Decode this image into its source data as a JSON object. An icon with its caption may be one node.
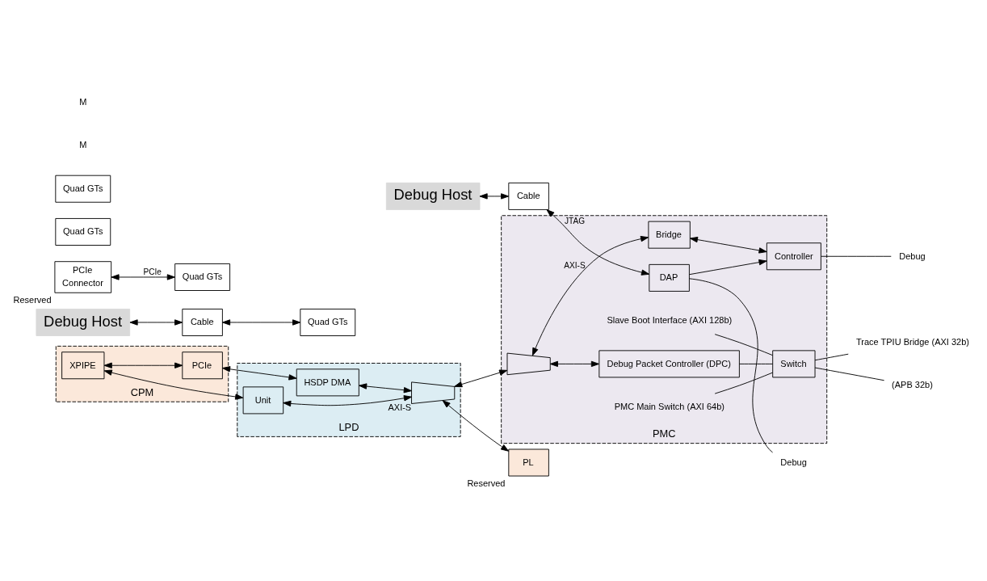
{
  "diagram": {
    "nodes": [
      {
        "text": [
          "Debug Host"
        ]
      },
      {
        "text": [
          "Cable"
        ]
      },
      {
        "text": [
          "PMC"
        ]
      },
      {
        "text": [
          "DAP"
        ],
        "in": 2
      },
      {
        "text": [
          "Controller"
        ],
        "in": 2
      },
      {
        "text": [
          "Bridge"
        ],
        "in": 2
      },
      {
        "text": [],
        "shape": "trapezium",
        "in": 2
      },
      {
        "text": [
          "Debug Packet Controller (DPC)"
        ],
        "in": 2
      },
      {
        "text": [
          "Switch"
        ],
        "in": 2
      },
      {
        "text": [
          "PMC Main Switch (AXI 64b)"
        ],
        "in": 2
      },
      {
        "text": [
          "Slave Boot Interface (AXI 128b)"
        ],
        "in": 2
      },
      {
        "text": [
          "Debug"
        ]
      },
      {
        "text": [
          "Debug"
        ]
      },
      {
        "text": [
          "Trace TPIU Bridge (AXI 32b)"
        ]
      },
      {
        "text": [
          "(APB 32b)"
        ]
      },
      {
        "text": [
          "Debug Host"
        ]
      },
      {
        "text": [
          "Cable"
        ]
      },
      {
        "text": [
          "PL"
        ],
        "beside": [
          "Reserved"
        ]
      },
      {
        "text": [
          "LPD"
        ]
      },
      {
        "text": [],
        "shape": "trapezium",
        "in": 18,
        "beside": [
          "AXI-S"
        ]
      },
      {
        "text": [
          "Unit"
        ],
        "in": 18
      },
      {
        "text": [
          "HSDP DMA"
        ],
        "in": 18
      },
      {
        "text": [
          "CPM"
        ]
      },
      {
        "text": [
          "XPIPE"
        ],
        "in": 22
      },
      {
        "text": [
          "PCIe"
        ],
        "in": 22
      },
      {
        "text": [
          "Quad GTs"
        ]
      },
      {
        "text": [
          "Quad GTs"
        ]
      },
      {
        "text": [
          "Quad GTs"
        ]
      },
      {
        "text": [
          "Quad GTs"
        ]
      },
      {
        "text": [
          "PCIe",
          "Connector"
        ],
        "beside": [
          "Reserved"
        ]
      }
    ],
    "edges": [
      {
        "from": 0,
        "to": 1,
        "arrow": "both"
      },
      {
        "from": 1,
        "to": 3,
        "arrow": "both",
        "label": "JTAG"
      },
      {
        "from": 3,
        "to": 4,
        "arrow": "to"
      },
      {
        "from": 5,
        "to": 4,
        "arrow": "both"
      },
      {
        "from": 6,
        "to": 5,
        "arrow": "both",
        "label": "AXI-S"
      },
      {
        "from": 6,
        "to": 7,
        "arrow": "both"
      },
      {
        "from": 19,
        "to": 6,
        "arrow": "both"
      },
      {
        "from": 7,
        "to": 8,
        "arrow": "none"
      },
      {
        "from": 9,
        "to": 8,
        "arrow": "none"
      },
      {
        "from": 10,
        "to": 8,
        "arrow": "none"
      },
      {
        "from": 8,
        "to": 13,
        "arrow": "none"
      },
      {
        "from": 8,
        "to": 14,
        "arrow": "none"
      },
      {
        "from": 3,
        "to": 11,
        "arrow": "none"
      },
      {
        "from": 4,
        "to": 12,
        "arrow": "none"
      },
      {
        "from": 15,
        "to": 16,
        "arrow": "both"
      },
      {
        "from": 16,
        "to": 25,
        "arrow": "both"
      },
      {
        "from": 29,
        "to": 26,
        "arrow": "both",
        "label": "PCIe"
      },
      {
        "from": 19,
        "to": 17,
        "arrow": "both"
      },
      {
        "from": 20,
        "to": 19,
        "arrow": "both"
      },
      {
        "from": 23,
        "to": 20,
        "arrow": "both"
      },
      {
        "from": 21,
        "to": 19,
        "arrow": "both"
      },
      {
        "from": 23,
        "to": 24,
        "arrow": "both"
      },
      {
        "from": 24,
        "to": 21,
        "arrow": "both"
      }
    ],
    "labels": [
      "M",
      "M"
    ]
  }
}
